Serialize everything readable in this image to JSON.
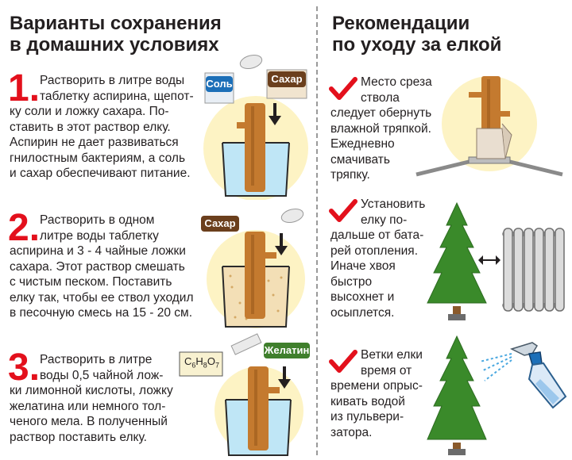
{
  "left_heading": [
    "Варианты сохранения",
    "в домашних условиях"
  ],
  "right_heading": [
    "Рекомендации",
    "по уходу за елкой"
  ],
  "methods": [
    {
      "number": "1.",
      "lines": [
        "Растворить в литре воды",
        "таблетку аспирина, щепот-",
        "ку соли и ложку сахара. По-",
        "ставить в этот раствор елку.",
        "Аспирин не дает развиваться",
        "гнилостным бактериям, а соль",
        "и сахар обеспечивают питание."
      ],
      "labels": [
        "Соль",
        "Сахар"
      ]
    },
    {
      "number": "2.",
      "lines": [
        "Растворить в одном",
        "литре воды таблетку",
        "аспирина и 3 - 4 чайные ложки",
        "сахара. Этот раствор смешать",
        "с чистым песком. Поставить",
        "елку так, чтобы ее ствол уходил",
        "в песочную смесь на 15 - 20 см."
      ],
      "labels": [
        "Сахар"
      ]
    },
    {
      "number": "3.",
      "lines": [
        "Растворить в литре",
        "воды 0,5 чайной лож-",
        "ки лимонной кислоты, ложку",
        "желатина или немного тол-",
        "ченого мела. В полученный",
        "раствор поставить елку."
      ],
      "labels": [
        "Желатин"
      ],
      "formula": [
        "C",
        "6",
        "H",
        "8",
        "O",
        "7"
      ]
    }
  ],
  "tips": [
    {
      "lines": [
        "Место среза",
        "ствола",
        "следует обернуть",
        "влажной тряпкой.",
        "Ежедневно",
        "смачивать",
        "тряпку."
      ]
    },
    {
      "lines": [
        "Установить",
        "елку по-",
        "дальше от бата-",
        "рей отопления.",
        "Иначе хвоя",
        "быстро",
        "высохнет и",
        "осыплется."
      ]
    },
    {
      "lines": [
        "Ветки елки",
        "время от",
        "времени опрыс-",
        "кивать водой",
        "из пульвери-",
        "затора."
      ]
    }
  ],
  "colors": {
    "accent_red": "#e3101c",
    "brown_label": "#6b3f1d",
    "blue_label": "#1c6fb8",
    "green_label": "#3f7f2c",
    "tree_green": "#3a8a2a",
    "trunk": "#c47a2f"
  }
}
